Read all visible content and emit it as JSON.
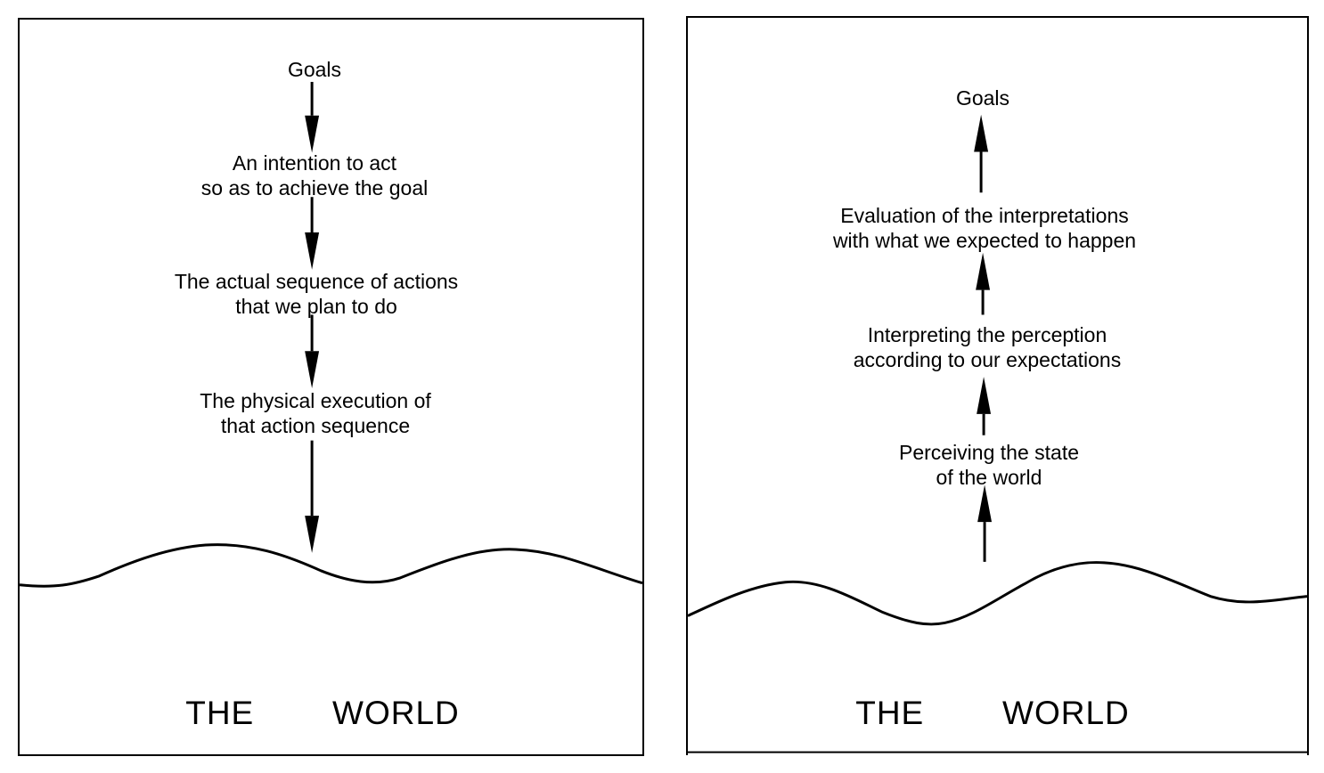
{
  "left_panel": {
    "steps": [
      {
        "lines": [
          "Goals"
        ]
      },
      {
        "lines": [
          "An intention to act",
          "so as to achieve the goal"
        ]
      },
      {
        "lines": [
          "The actual sequence of actions",
          "that we plan to do"
        ]
      },
      {
        "lines": [
          "The physical execution of",
          "that action sequence"
        ]
      }
    ],
    "world_label": "THE   WORLD",
    "arrow_direction": "down"
  },
  "right_panel": {
    "steps": [
      {
        "lines": [
          "Goals"
        ]
      },
      {
        "lines": [
          "Evaluation of the interpretations",
          "with what we expected to happen"
        ]
      },
      {
        "lines": [
          "Interpreting the perception",
          "according to our expectations"
        ]
      },
      {
        "lines": [
          "Perceiving the state",
          "of the world"
        ]
      }
    ],
    "world_label": "THE   WORLD",
    "arrow_direction": "up"
  },
  "colors": {
    "ink": "#000000",
    "paper": "#ffffff"
  }
}
